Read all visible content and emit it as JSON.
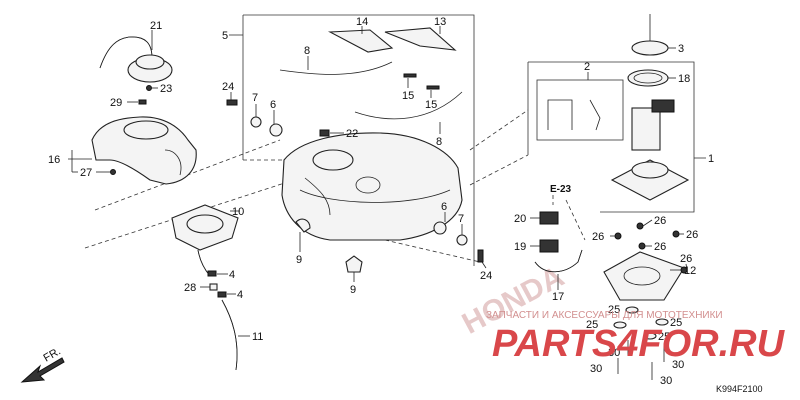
{
  "diagram": {
    "callouts": [
      {
        "id": "c21",
        "text": "21"
      },
      {
        "id": "c23",
        "text": "23"
      },
      {
        "id": "c29",
        "text": "29"
      },
      {
        "id": "c16",
        "text": "16"
      },
      {
        "id": "c27",
        "text": "27"
      },
      {
        "id": "c10",
        "text": "10"
      },
      {
        "id": "c4a",
        "text": "4"
      },
      {
        "id": "c28",
        "text": "28"
      },
      {
        "id": "c4b",
        "text": "4"
      },
      {
        "id": "c11",
        "text": "11"
      },
      {
        "id": "c5",
        "text": "5"
      },
      {
        "id": "c14",
        "text": "14"
      },
      {
        "id": "c13",
        "text": "13"
      },
      {
        "id": "c8a",
        "text": "8"
      },
      {
        "id": "c24a",
        "text": "24"
      },
      {
        "id": "c7a",
        "text": "7"
      },
      {
        "id": "c6a",
        "text": "6"
      },
      {
        "id": "c15a",
        "text": "15"
      },
      {
        "id": "c15b",
        "text": "15"
      },
      {
        "id": "c8b",
        "text": "8"
      },
      {
        "id": "c22",
        "text": "22"
      },
      {
        "id": "c9a",
        "text": "9"
      },
      {
        "id": "c9b",
        "text": "9"
      },
      {
        "id": "c6b",
        "text": "6"
      },
      {
        "id": "c7b",
        "text": "7"
      },
      {
        "id": "c24b",
        "text": "24"
      },
      {
        "id": "c3",
        "text": "3"
      },
      {
        "id": "c18",
        "text": "18"
      },
      {
        "id": "c2",
        "text": "2"
      },
      {
        "id": "c1",
        "text": "1"
      },
      {
        "id": "c20",
        "text": "20"
      },
      {
        "id": "c19",
        "text": "19"
      },
      {
        "id": "c17",
        "text": "17"
      },
      {
        "id": "c26a",
        "text": "26"
      },
      {
        "id": "c26b",
        "text": "26"
      },
      {
        "id": "c26c",
        "text": "26"
      },
      {
        "id": "c26d",
        "text": "26"
      },
      {
        "id": "c26e",
        "text": "26"
      },
      {
        "id": "c12",
        "text": "12"
      },
      {
        "id": "c25a",
        "text": "25"
      },
      {
        "id": "c25b",
        "text": "25"
      },
      {
        "id": "c25c",
        "text": "25"
      },
      {
        "id": "c25d",
        "text": "25"
      },
      {
        "id": "c30a",
        "text": "30"
      },
      {
        "id": "c30b",
        "text": "30"
      },
      {
        "id": "c30c",
        "text": "30"
      },
      {
        "id": "c30d",
        "text": "30"
      }
    ],
    "reference": "E-23",
    "front_marker": "FR.",
    "figure_code": "K994F2100",
    "watermark_tagline": "ЗАПЧАСТИ И АКСЕССУАРЫ ДЛЯ МОТОТЕХНИКИ",
    "watermark_brand": "PARTS4FOR.RU",
    "background_sign": "HONDA"
  }
}
